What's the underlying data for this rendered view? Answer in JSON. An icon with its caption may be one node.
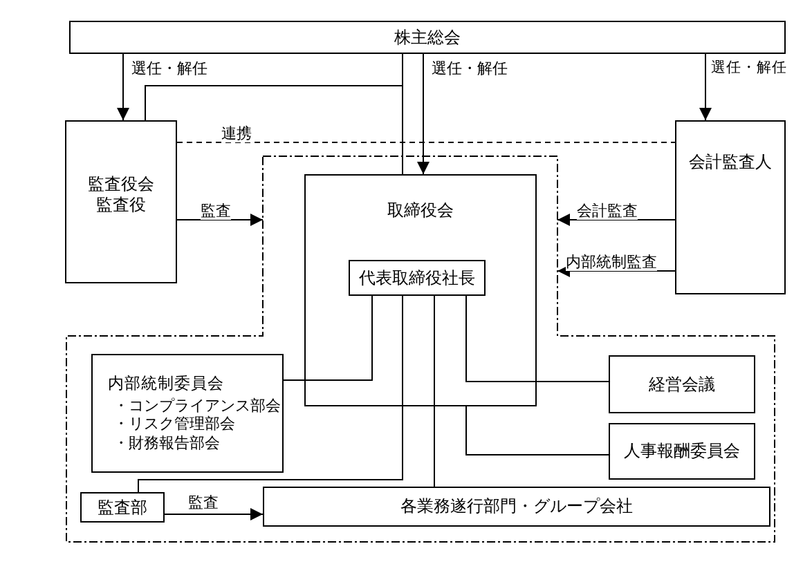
{
  "diagram": {
    "nodes": [
      {
        "text": [
          "株主総会"
        ]
      },
      {
        "text": [
          "監査役会",
          "監査役"
        ]
      },
      {
        "text": [
          "会計監査人"
        ]
      },
      {
        "text": [],
        "shape": "box"
      },
      {
        "text": [
          "取締役会"
        ],
        "in": 3
      },
      {
        "text": [
          "代表取締役社長"
        ],
        "in": 4
      },
      {
        "text": [
          "内部統制委員会",
          "・コンプライアンス部会",
          "・リスク管理部会",
          "・財務報告部会"
        ],
        "in": 3
      },
      {
        "text": [
          "経営会議"
        ],
        "in": 3
      },
      {
        "text": [
          "人事報酬委員会"
        ],
        "in": 3
      },
      {
        "text": [
          "監査部"
        ],
        "in": 3
      },
      {
        "text": [
          "各業務遂行部門・グループ会社"
        ],
        "in": 3
      }
    ],
    "edges": [
      {
        "from": 0,
        "to": 1,
        "arrow": "to",
        "label": "選任・解任"
      },
      {
        "from": 0,
        "to": 4,
        "arrow": "to",
        "label": "選任・解任"
      },
      {
        "from": 0,
        "to": 2,
        "arrow": "to",
        "label": "選任・解任"
      },
      {
        "from": 1,
        "to": 2,
        "arrow": "none",
        "label": "連携",
        "style": "dashed"
      },
      {
        "from": 1,
        "to": 4,
        "arrow": "none"
      },
      {
        "from": 1,
        "to": 3,
        "arrow": "to",
        "label": "監査"
      },
      {
        "from": 2,
        "to": 3,
        "arrow": "to",
        "label": "会計監査"
      },
      {
        "from": 2,
        "to": 3,
        "arrow": "to",
        "label": "内部統制監査"
      },
      {
        "from": 5,
        "to": 6,
        "arrow": "none"
      },
      {
        "from": 5,
        "to": 9,
        "arrow": "none"
      },
      {
        "from": 5,
        "to": 10,
        "arrow": "none"
      },
      {
        "from": 5,
        "to": 7,
        "arrow": "none"
      },
      {
        "from": 4,
        "to": 8,
        "arrow": "none"
      },
      {
        "from": 9,
        "to": 10,
        "arrow": "to",
        "label": "監査"
      },
      {
        "from": 1,
        "to": 0,
        "arrow": "none"
      }
    ]
  }
}
